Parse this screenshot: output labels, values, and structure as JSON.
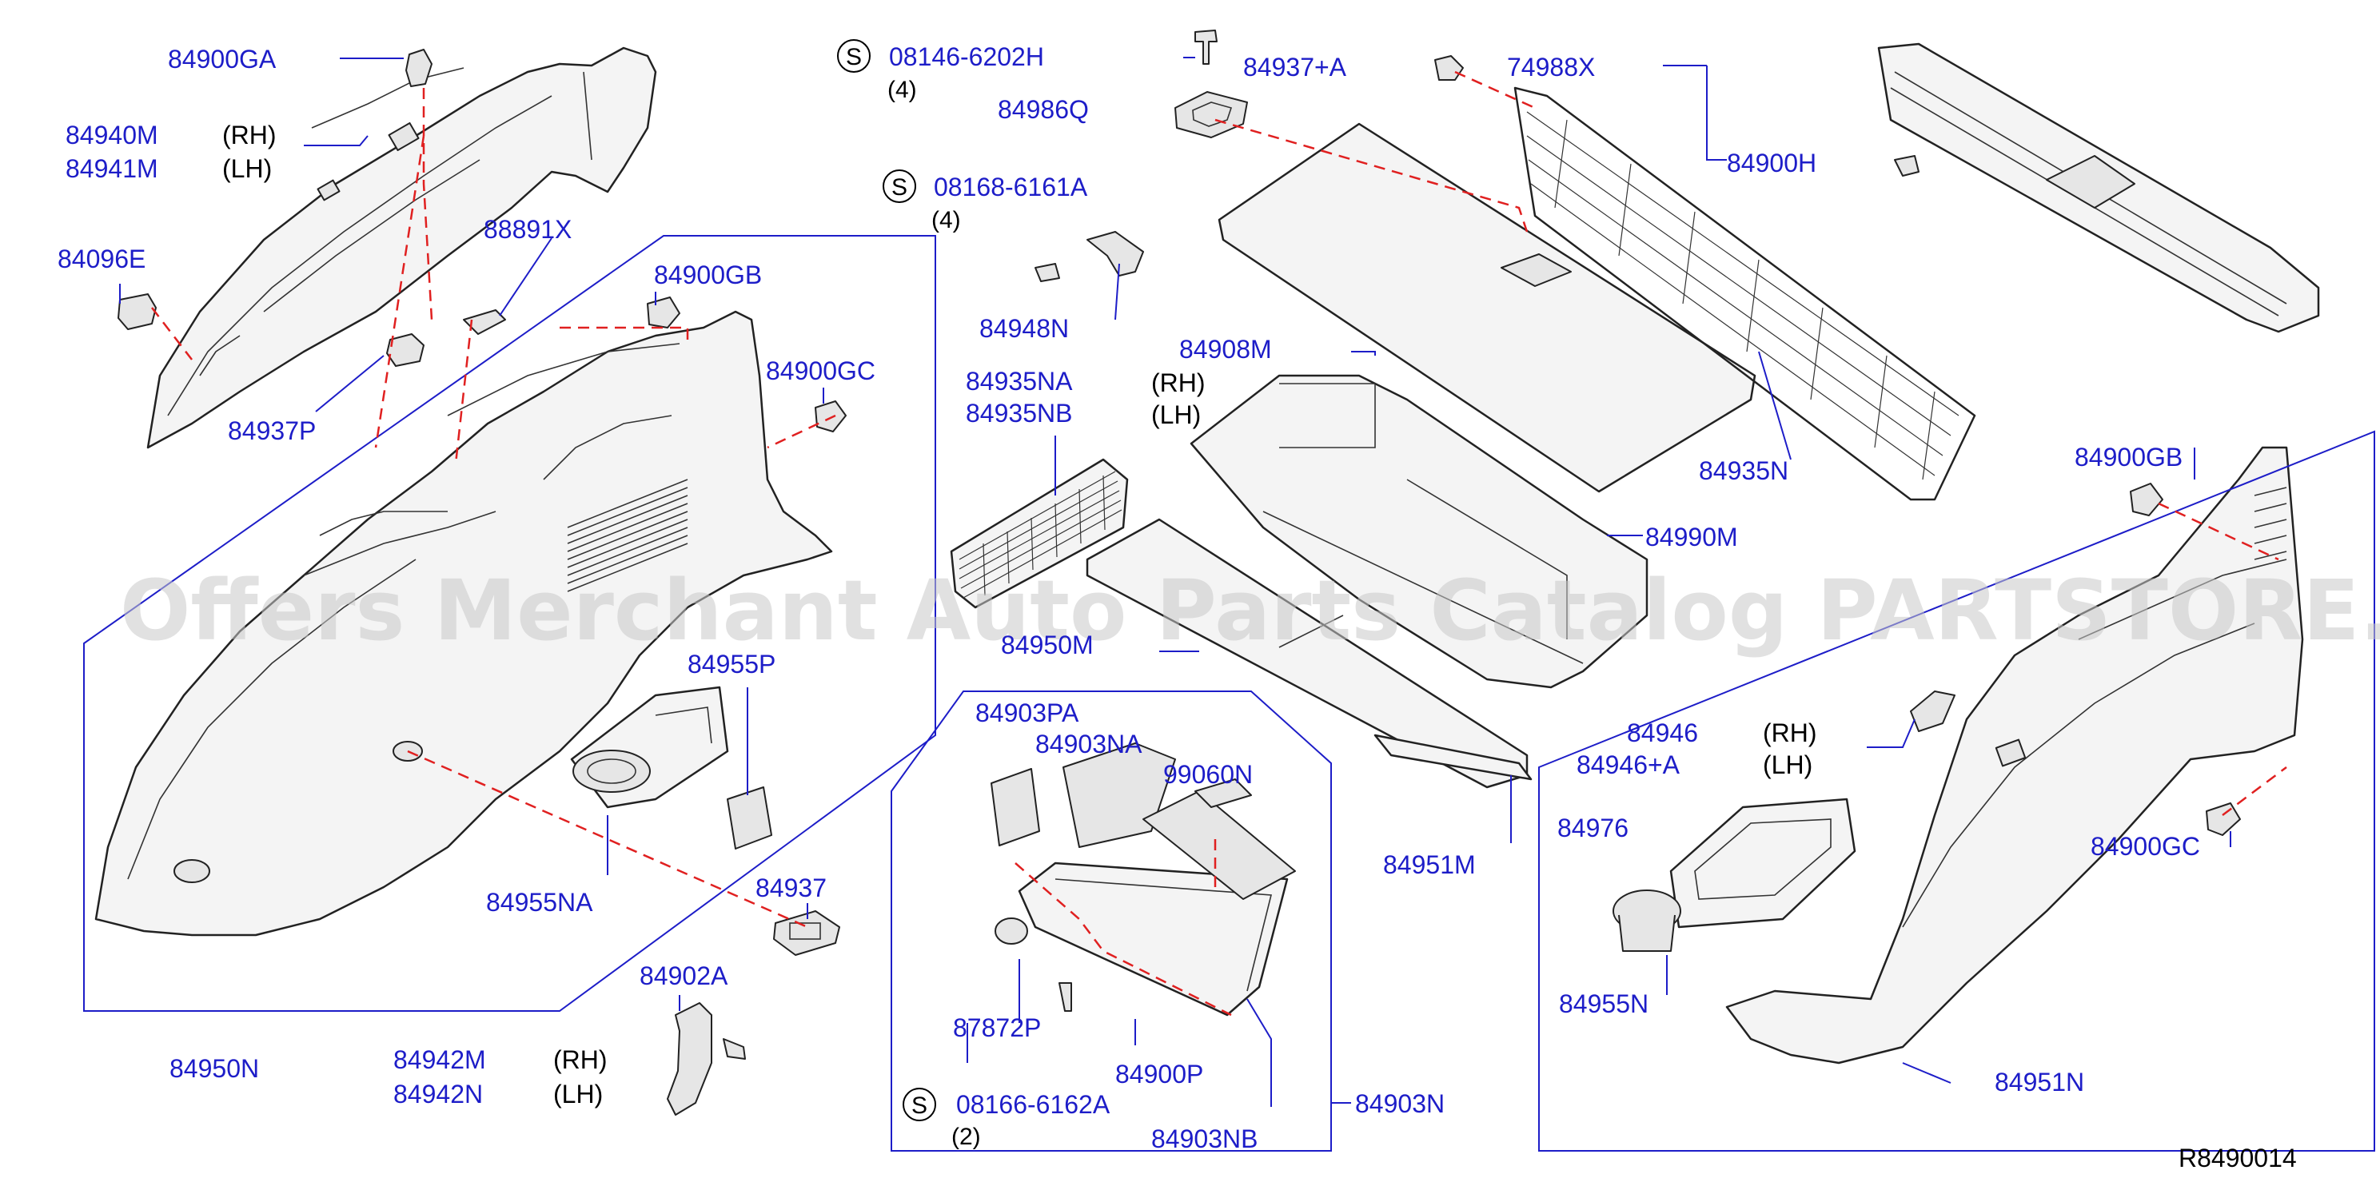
{
  "diagram": {
    "reference": "R8490014",
    "watermark": "Offers Merchant Auto Parts Catalog PARTSTORE.SA",
    "colors": {
      "part_number": "#1d1dc8",
      "leader": "#1d1dc8",
      "dashed_connector": "#e02020",
      "outline": "#222222"
    },
    "labels": {
      "p84900GA": "84900GA",
      "p84940M": "84940M",
      "p84941M": "84941M",
      "rh1": "(RH)",
      "lh1": "(LH)",
      "p84096E": "84096E",
      "p88891X": "88891X",
      "p84937P": "84937P",
      "p84900GB_l": "84900GB",
      "p84900GC_l": "84900GC",
      "p84955P": "84955P",
      "p84955NA": "84955NA",
      "p84937": "84937",
      "p84950N": "84950N",
      "p84902A": "84902A",
      "p84942M": "84942M",
      "p84942N": "84942N",
      "rh2": "(RH)",
      "lh2": "(LH)",
      "s1_symbol": "S",
      "s1_part": "08146-6202H",
      "s1_qty": "(4)",
      "p84986Q": "84986Q",
      "s2_symbol": "S",
      "s2_part": "08168-6161A",
      "s2_qty": "(4)",
      "p84948N": "84948N",
      "p84935NA": "84935NA",
      "p84935NB": "84935NB",
      "p84950M": "84950M",
      "p84903PA": "84903PA",
      "p84903NA": "84903NA",
      "p99060N": "99060N",
      "p87872P": "87872P",
      "p84900P": "84900P",
      "p84903N": "84903N",
      "s3_symbol": "S",
      "s3_part": "08166-6162A",
      "s3_qty": "(2)",
      "p84903NB": "84903NB",
      "p84937plusA": "84937+A",
      "p74988X": "74988X",
      "p84900H": "84900H",
      "p84908M": "84908M",
      "rh3": "(RH)",
      "lh3": "(LH)",
      "p84935N": "84935N",
      "p84990M": "84990M",
      "p84951M": "84951M",
      "p84900GB_r": "84900GB",
      "p84946": "84946",
      "p84946plusA": "84946+A",
      "rh4": "(RH)",
      "lh4": "(LH)",
      "p84976": "84976",
      "p84900GC_r": "84900GC",
      "p84955N": "84955N",
      "p84951N": "84951N"
    }
  }
}
